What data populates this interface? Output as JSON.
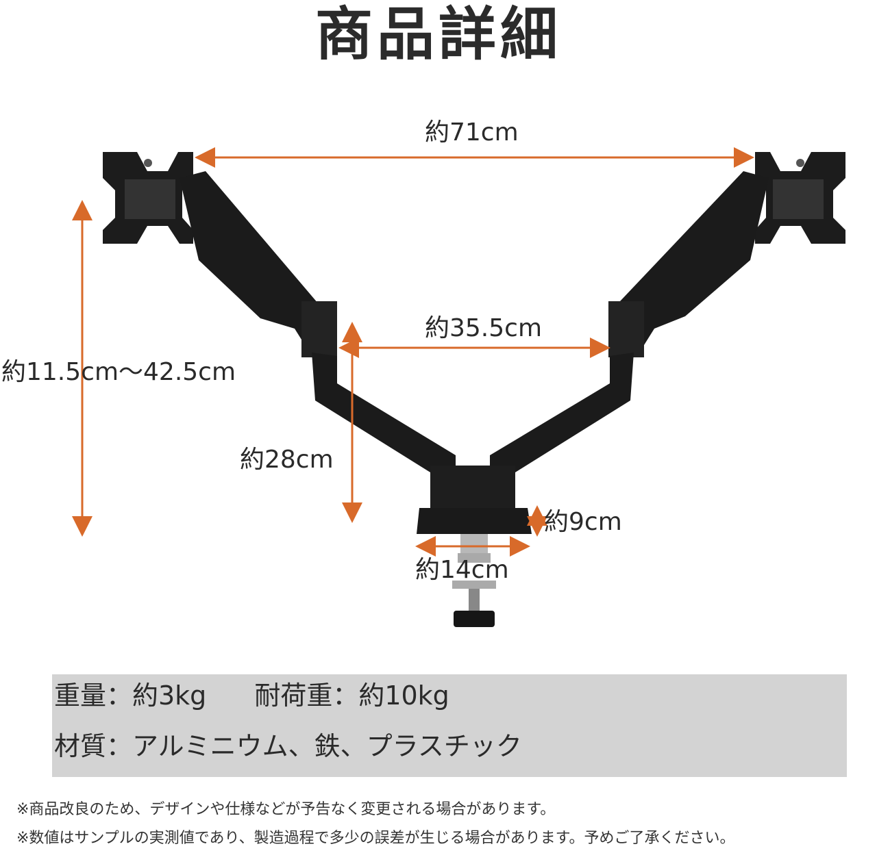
{
  "title": "商品詳細",
  "dimensions": {
    "width_total": "約71cm",
    "height_range": "約11.5cm～42.5cm",
    "arm_span": "約35.5cm",
    "pole_height": "約28cm",
    "base_height": "約9cm",
    "base_width": "約14cm"
  },
  "specs": {
    "weight": "重量：約3kg",
    "load": "耐荷重：約10kg",
    "material": "材質：アルミニウム、鉄、プラスチック"
  },
  "notes": [
    "※商品改良のため、デザインや仕様などが予告なく変更される場合があります。",
    "※数値はサンプルの実測値であり、製造過程で多少の誤差が生じる場合があります。予めご了承ください。"
  ],
  "colors": {
    "arrow": "#d86a2a",
    "product": "#1c1c1c",
    "spec_bg": "#d3d3d3"
  }
}
